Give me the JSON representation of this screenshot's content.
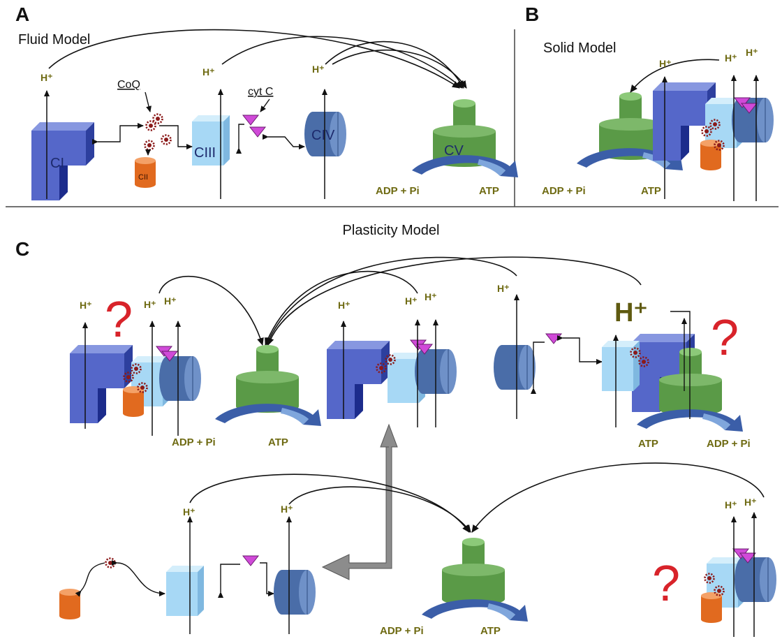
{
  "panels": {
    "a": {
      "letter": "A",
      "title": "Fluid Model"
    },
    "b": {
      "letter": "B",
      "title": "Solid Model"
    },
    "c": {
      "letter": "C",
      "title": "Plasticity Model"
    }
  },
  "labels": {
    "proton": "H⁺",
    "proton_large": "H⁺",
    "adp": "ADP + Pi",
    "atp": "ATP",
    "question": "?"
  },
  "complexes": {
    "ci": "CI",
    "cii": "CII",
    "ciii": "CIII",
    "civ": "CIV",
    "cv": "CV",
    "coq": "CoQ",
    "cytc": "cyt C"
  },
  "colors": {
    "complex_i": "#5567c9",
    "complex_ii": "#e16a1f",
    "complex_iii": "#a7d8f5",
    "complex_iv": "#4a6da8",
    "complex_v": "#5a9a47",
    "cytochrome_c": "#d04ad8",
    "coenzyme_q": "#8b1a1a",
    "proton_label": "#6e6a12",
    "question_mark": "#d8232a",
    "transition_arrow": "#8c8c8c"
  }
}
